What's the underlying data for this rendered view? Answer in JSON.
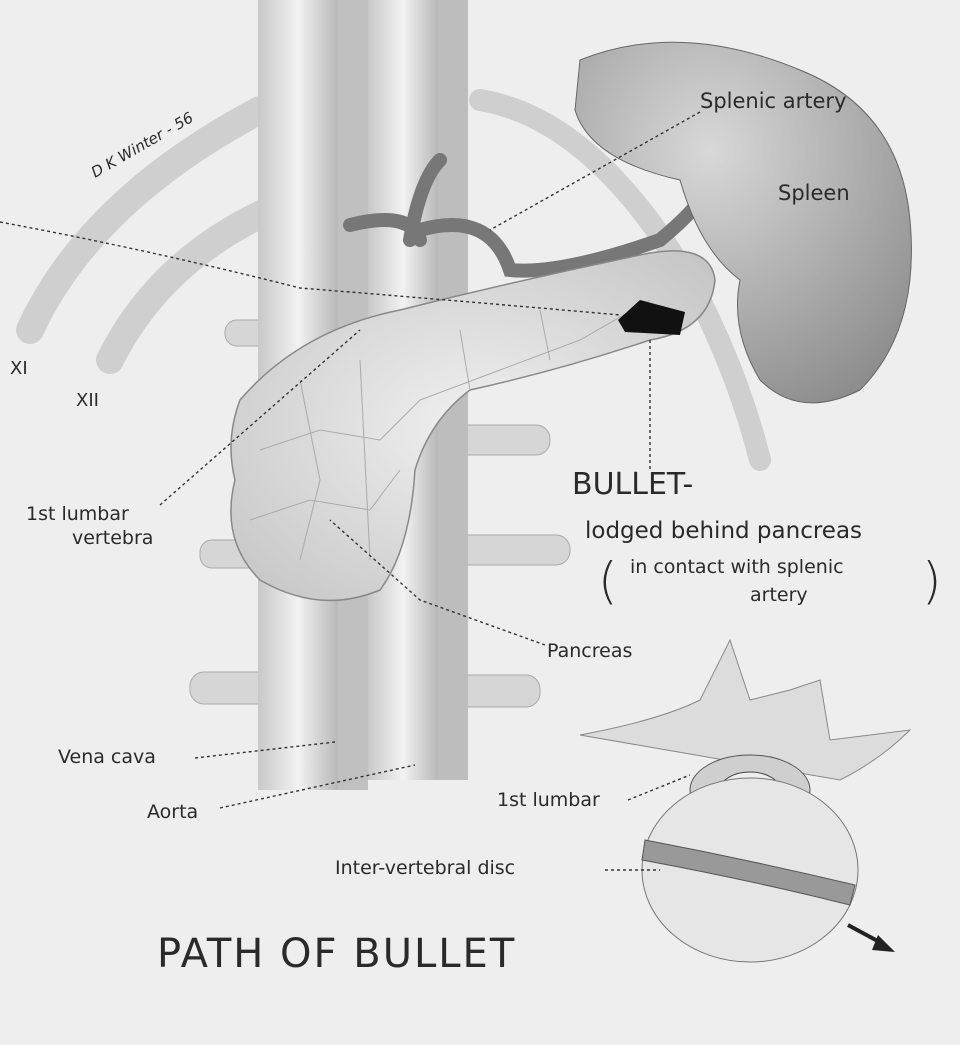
{
  "signature": "D K Winter - 56",
  "title": "PATH OF BULLET",
  "labels": {
    "splenic_artery": "Splenic artery",
    "spleen": "Spleen",
    "rib_xi": "XI",
    "rib_xii": "XII",
    "bullet": "BULLET-",
    "bullet_desc": "lodged behind pancreas",
    "bullet_note_1": "in contact with splenic",
    "bullet_note_2": "artery",
    "first_lumbar_vertebra_1": "1st lumbar",
    "first_lumbar_vertebra_2": "vertebra",
    "pancreas": "Pancreas",
    "vena_cava": "Vena cava",
    "aorta": "Aorta",
    "first_lumbar": "1st lumbar",
    "intervertebral_disc": "Inter-vertebral disc"
  },
  "colors": {
    "background": "#eeeeee",
    "ink": "#2a2a2a",
    "bullet": "#111111"
  }
}
